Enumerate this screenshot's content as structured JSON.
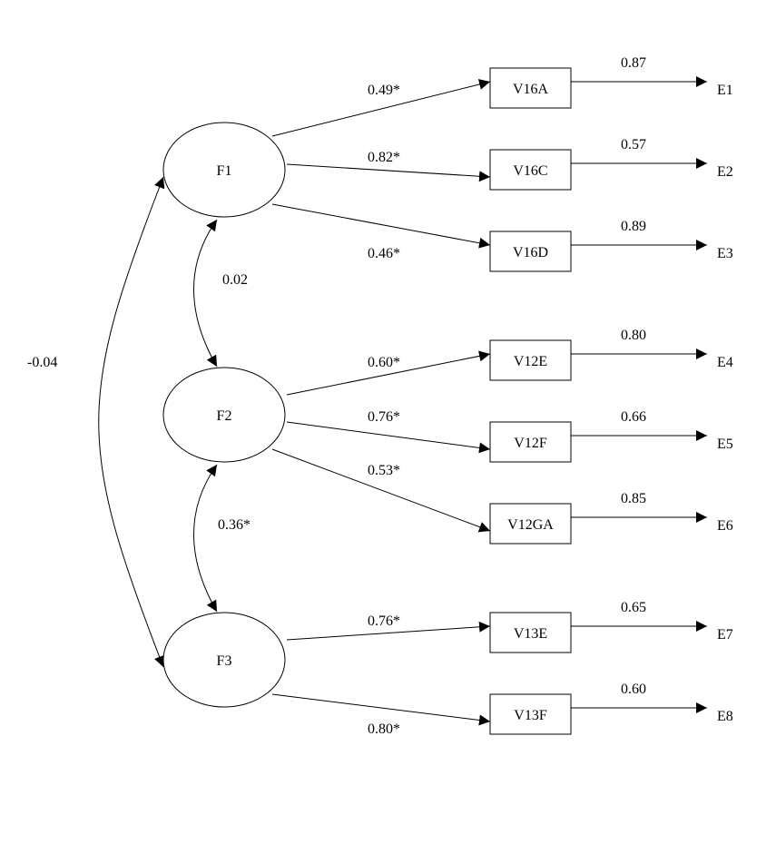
{
  "factors": [
    {
      "id": "F1",
      "label": "F1"
    },
    {
      "id": "F2",
      "label": "F2"
    },
    {
      "id": "F3",
      "label": "F3"
    }
  ],
  "indicators": [
    {
      "id": "V16A",
      "label": "V16A",
      "factor": "F1",
      "loading": "0.49*",
      "error_label": "E1",
      "error_value": "0.87"
    },
    {
      "id": "V16C",
      "label": "V16C",
      "factor": "F1",
      "loading": "0.82*",
      "error_label": "E2",
      "error_value": "0.57"
    },
    {
      "id": "V16D",
      "label": "V16D",
      "factor": "F1",
      "loading": "0.46*",
      "error_label": "E3",
      "error_value": "0.89"
    },
    {
      "id": "V12E",
      "label": "V12E",
      "factor": "F2",
      "loading": "0.60*",
      "error_label": "E4",
      "error_value": "0.80"
    },
    {
      "id": "V12F",
      "label": "V12F",
      "factor": "F2",
      "loading": "0.76*",
      "error_label": "E5",
      "error_value": "0.66"
    },
    {
      "id": "V12GA",
      "label": "V12GA",
      "factor": "F2",
      "loading": "0.53*",
      "error_label": "E6",
      "error_value": "0.85"
    },
    {
      "id": "V13E",
      "label": "V13E",
      "factor": "F3",
      "loading": "0.76*",
      "error_label": "E7",
      "error_value": "0.65"
    },
    {
      "id": "V13F",
      "label": "V13F",
      "factor": "F3",
      "loading": "0.80*",
      "error_label": "E8",
      "error_value": "0.60"
    }
  ],
  "correlations": [
    {
      "from": "F1",
      "to": "F2",
      "value": "0.02"
    },
    {
      "from": "F2",
      "to": "F3",
      "value": "0.36*"
    },
    {
      "from": "F1",
      "to": "F3",
      "value": "-0.04"
    }
  ]
}
